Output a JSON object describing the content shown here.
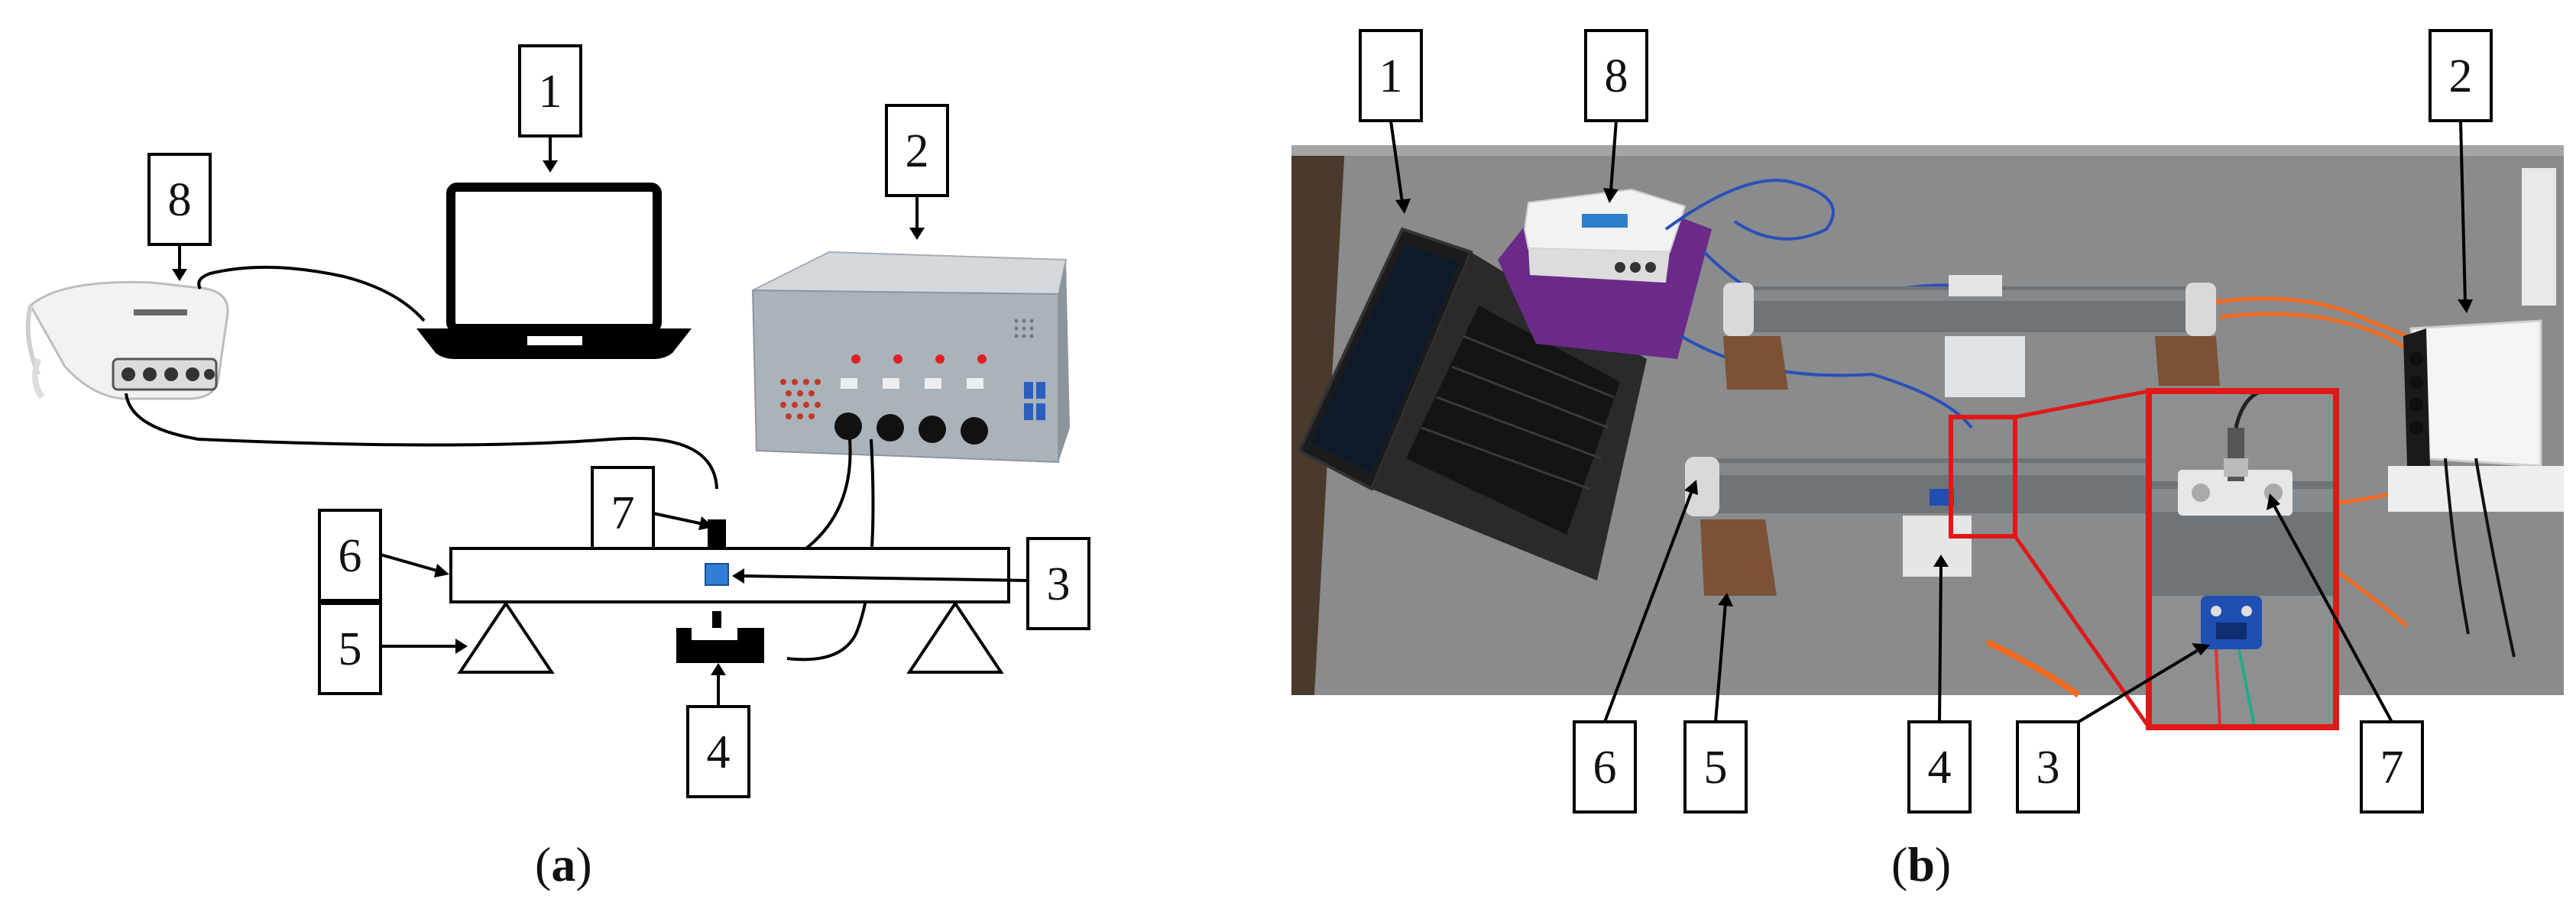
{
  "panel_a": {
    "caption_open": "(",
    "caption_letter": "a",
    "caption_close": ")",
    "labels": {
      "l1": "1",
      "l2": "2",
      "l3": "3",
      "l4": "4",
      "l5": "5",
      "l6": "6",
      "l7": "7",
      "l8": "8"
    }
  },
  "panel_b": {
    "caption_open": "(",
    "caption_letter": "b",
    "caption_close": ")",
    "labels": {
      "l1": "1",
      "l2": "2",
      "l3": "3",
      "l4": "4",
      "l5": "5",
      "l6": "6",
      "l7": "7",
      "l8": "8"
    }
  },
  "colors": {
    "sensor_blue": "#2f7fd6",
    "highlight_red": "#e01818",
    "cable_orange": "#f06a1e",
    "pipe_gray": "#6f7479"
  }
}
